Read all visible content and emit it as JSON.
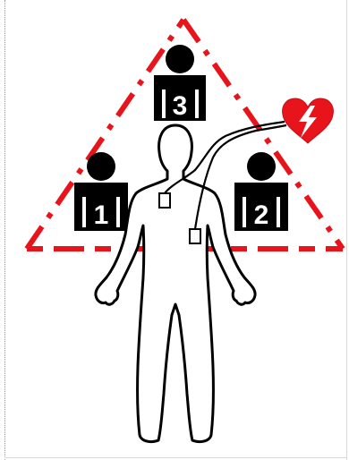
{
  "diagram": {
    "rescuers": [
      {
        "number": "3"
      },
      {
        "number": "1"
      },
      {
        "number": "2"
      }
    ],
    "colors": {
      "triangle": "#e8141b",
      "aed_heart": "#e8141b",
      "rescuer": "#000000",
      "patient_outline": "#000000",
      "background": "#ffffff"
    },
    "icons": [
      "aed-heart-icon",
      "lightning-bolt-icon",
      "electrode-pad-icon",
      "rescuer-icon",
      "patient-body-outline"
    ]
  }
}
